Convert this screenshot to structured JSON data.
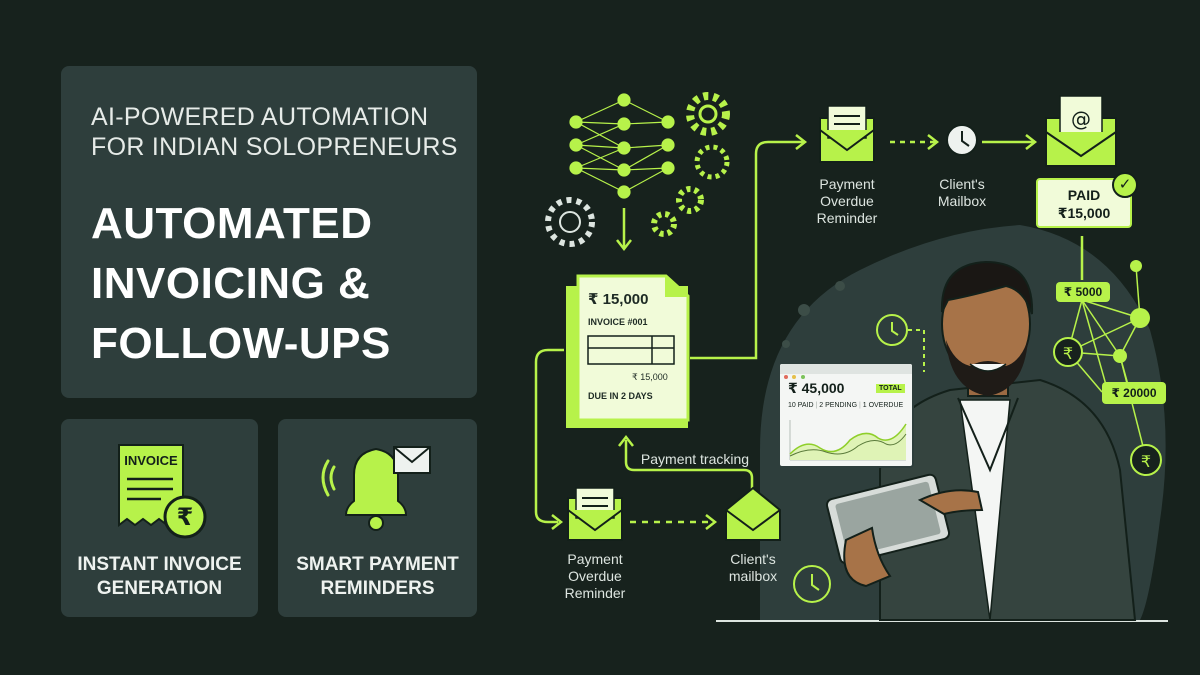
{
  "hero": {
    "subtitle": "AI-POWERED AUTOMATION\nFOR INDIAN SOLOPRENEURS",
    "title": "AUTOMATED\nINVOICING &\nFOLLOW-UPS"
  },
  "cards": [
    {
      "icon": "invoice-rupee-icon",
      "icon_text": "INVOICE",
      "icon_symbol": "₹",
      "label": "INSTANT INVOICE\nGENERATION"
    },
    {
      "icon": "bell-envelope-icon",
      "label": "SMART PAYMENT\nREMINDERS"
    }
  ],
  "invoice_doc": {
    "amount": "₹ 15,000",
    "number": "INVOICE #001",
    "line_amount": "₹ 15,000",
    "due": "DUE IN 2 DAYS"
  },
  "flow_top": {
    "reminder_label": "Payment\nOverdue\nReminder",
    "mailbox_label": "Client's\nMailbox",
    "paid_label": "PAID",
    "paid_amount": "₹15,000",
    "email_symbol": "@"
  },
  "flow_bottom": {
    "tracking_label": "Payment tracking",
    "reminder_label": "Payment\nOverdue\nReminder",
    "mailbox_label": "Client's\nmailbox"
  },
  "dashboard": {
    "total_amount": "₹ 45,000",
    "total_badge": "TOTAL",
    "paid": "10 PAID",
    "pending": "2 PENDING",
    "overdue": "1 OVERDUE"
  },
  "network": {
    "chips": [
      "₹ 5000",
      "₹ 20000"
    ],
    "symbol": "₹"
  },
  "colors": {
    "background": "#17221d",
    "panel": "#2e3e3c",
    "accent": "#b7f24a"
  }
}
